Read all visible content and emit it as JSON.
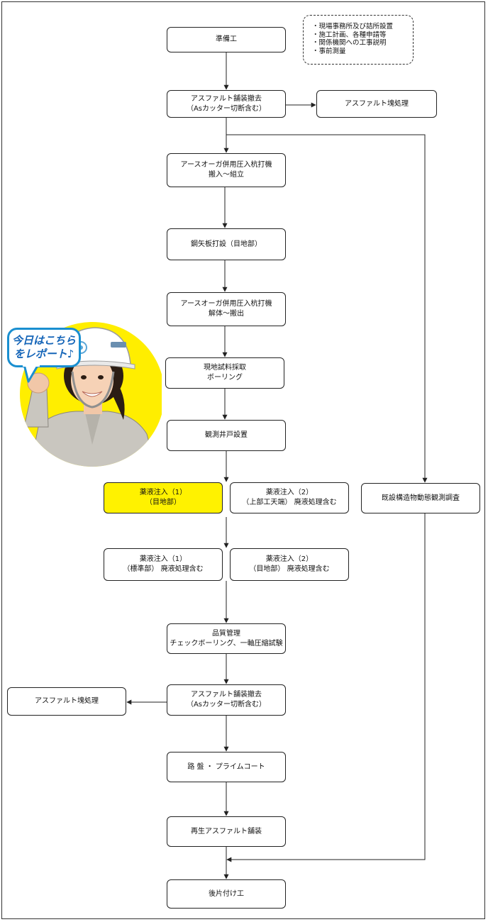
{
  "colors": {
    "highlight": "#fff200",
    "circle": "#ffee00",
    "callout_border": "#1a8fd0",
    "callout_text": "#1565b8",
    "line": "#222222"
  },
  "note": {
    "items": [
      "・現場事務所及び詰所設置",
      "・施工計画、各種申請等",
      "・関係機関への工事説明",
      "・事前測量"
    ]
  },
  "callout": {
    "lines": [
      "今日はこちら",
      "をレポート♪"
    ]
  },
  "nodes": {
    "prep": [
      "準備工"
    ],
    "asphalt_removal_1": [
      "アスファルト舗装撤去",
      "（Asカッター切断含む）"
    ],
    "asphalt_lump_1": [
      "アスファルト塊処理"
    ],
    "auger_install": [
      "アースオーガ併用圧入杭打機",
      "搬入～組立"
    ],
    "sheet_pile": [
      "鋼矢板打設（目地部）"
    ],
    "auger_remove": [
      "アースオーガ併用圧入杭打機",
      "解体～搬出"
    ],
    "boring": [
      "現地試料採取",
      "ボーリング"
    ],
    "well": [
      "観測井戸設置"
    ],
    "chem1_joint": [
      "薬液注入（1）",
      "（目地部）"
    ],
    "chem2_top": [
      "薬液注入（2）",
      "（上部工天端） 廃液処理含む"
    ],
    "monitoring": [
      "既設構造物動態観測調査"
    ],
    "chem1_std": [
      "薬液注入（1）",
      "（標準部） 廃液処理含む"
    ],
    "chem2_joint": [
      "薬液注入（2）",
      "（目地部） 廃液処理含む"
    ],
    "quality": [
      "品質管理",
      "チェックボーリング、一軸圧縮試験"
    ],
    "asphalt_removal_2": [
      "アスファルト舗装撤去",
      "（Asカッター切断含む）"
    ],
    "asphalt_lump_2": [
      "アスファルト塊処理"
    ],
    "roadbed": [
      "路 盤 ・ プライムコート"
    ],
    "repave": [
      "再生アスファルト舗装"
    ],
    "cleanup": [
      "後片付け工"
    ]
  }
}
